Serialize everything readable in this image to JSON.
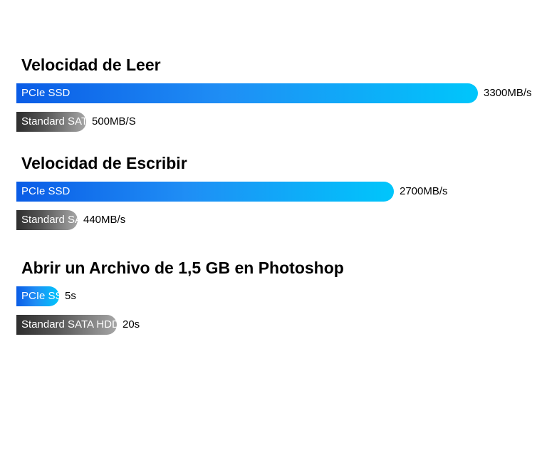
{
  "chart_data": [
    {
      "type": "bar",
      "title": "Velocidad de Leer",
      "categories": [
        "PCIe SSD",
        "Standard SATA HDD"
      ],
      "values": [
        3300,
        500
      ],
      "value_labels": [
        "3300MB/s",
        "500MB/S"
      ],
      "xlim": [
        0,
        3300
      ]
    },
    {
      "type": "bar",
      "title": "Velocidad de Escribir",
      "categories": [
        "PCIe SSD",
        "Standard SATA HDD"
      ],
      "values": [
        2700,
        440
      ],
      "value_labels": [
        "2700MB/s",
        "440MB/s"
      ],
      "xlim": [
        0,
        3300
      ]
    },
    {
      "type": "bar",
      "title": "Abrir un Archivo de 1,5 GB en Photoshop",
      "categories": [
        "PCIe SSD",
        "Standard SATA HDD"
      ],
      "values": [
        5,
        20
      ],
      "value_labels": [
        "5s",
        "20s"
      ],
      "xlim": [
        0,
        45
      ]
    }
  ],
  "colors": {
    "pcie_gradient": [
      "#0a5ce6",
      "#00c6fb"
    ],
    "hdd_gradient": [
      "#2e2e2e",
      "#a6a6a6"
    ]
  }
}
